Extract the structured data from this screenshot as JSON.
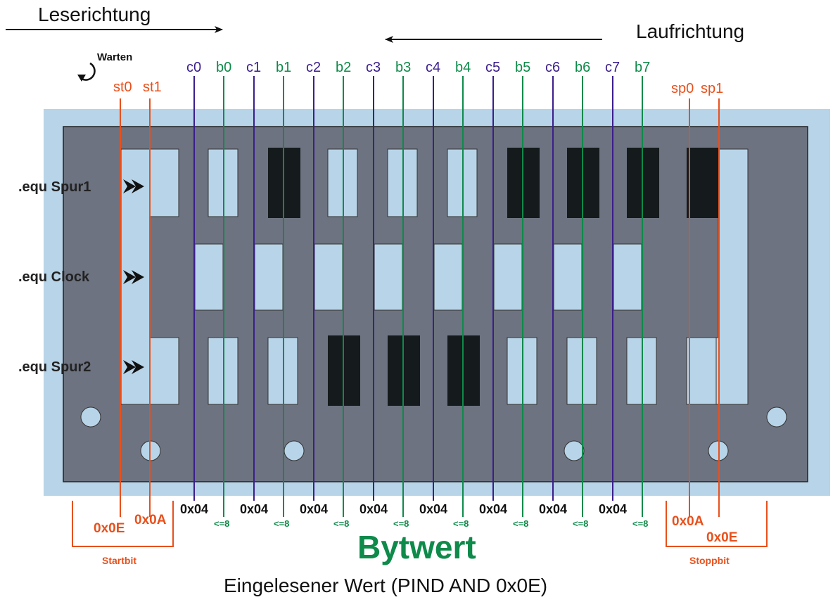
{
  "top": {
    "read_direction": "Leserichtung",
    "run_direction": "Laufrichtung",
    "wait": "Warten"
  },
  "tracks": [
    ".equ Spur1",
    ".equ Clock",
    ".equ Spur2"
  ],
  "start_lines": [
    {
      "name": "st0",
      "value": "0x0E"
    },
    {
      "name": "st1",
      "value": "0x0A"
    }
  ],
  "clock_lines": [
    "c0",
    "c1",
    "c2",
    "c3",
    "c4",
    "c5",
    "c6",
    "c7"
  ],
  "bit_lines": [
    "b0",
    "b1",
    "b2",
    "b3",
    "b4",
    "b5",
    "b6",
    "b7"
  ],
  "clock_value": "0x04",
  "bit_value": "<=8",
  "stop_lines": [
    {
      "name": "sp0",
      "value": "0x0A"
    },
    {
      "name": "sp1",
      "value": "0x0E"
    }
  ],
  "start_group": "Startbit",
  "stop_group": "Stoppbit",
  "byte_label": "Bytwert",
  "caption": "Eingelesener Wert (PIND AND 0x0E)",
  "spur1_bits": [
    0,
    1,
    0,
    0,
    0,
    1,
    1,
    1,
    1
  ],
  "spur2_bits": [
    0,
    0,
    1,
    1,
    1,
    0,
    0,
    0,
    0
  ],
  "colors": {
    "outer": "#b8d4e8",
    "card": "#6d7380",
    "hole": "#b8d4e8",
    "punched": "#151a1c",
    "orange": "#e8501c",
    "purple": "#3b1e8c",
    "green": "#0e8a4a"
  }
}
